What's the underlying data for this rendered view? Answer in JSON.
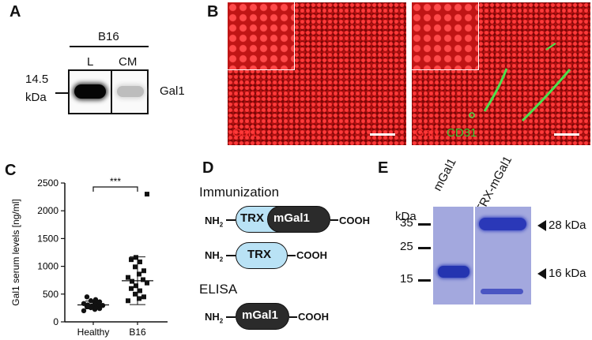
{
  "panels": {
    "A": {
      "label": "A",
      "group": "B16",
      "lane_labels": [
        "L",
        "CM"
      ],
      "marker": [
        "14.5",
        "kDa"
      ],
      "protein": "Gal1"
    },
    "B": {
      "label": "B",
      "left_stain": "Gal1",
      "right_stain_1": "Gal1",
      "right_stain_2": "CD31",
      "colors": {
        "gal1": "#e02020",
        "cd31": "#33cc33"
      }
    },
    "C": {
      "label": "C"
    },
    "D": {
      "label": "D",
      "immunization_title": "Immunization",
      "elisa_title": "ELISA",
      "nh2": "NH",
      "sub2": "2",
      "cooh": "COOH",
      "trx": "TRX",
      "mgal1": "mGal1",
      "colors": {
        "trx": "#b9e2f5",
        "mgal1": "#2b2b2b"
      }
    },
    "E": {
      "label": "E",
      "kda": "kDa",
      "lanes": [
        "mGal1",
        "TRX-mGal1"
      ],
      "markers": [
        "35",
        "25",
        "15"
      ],
      "bands": [
        "28 kDa",
        "16 kDa"
      ],
      "gel_color": "#9aa0dc"
    }
  },
  "chart_data": {
    "type": "scatter",
    "ylabel": "Gal1 serum levels [ng/ml]",
    "xlabel": "",
    "categories": [
      "Healthy",
      "B16"
    ],
    "ylim": [
      0,
      2500
    ],
    "yticks": [
      "0",
      "500",
      "1000",
      "1500",
      "2000",
      "2500"
    ],
    "significance": "***",
    "series": [
      {
        "values": [
          200,
          225,
          240,
          255,
          265,
          275,
          285,
          295,
          305,
          315,
          330,
          345,
          360,
          380,
          400,
          450
        ],
        "mean": 305,
        "sd": 70
      },
      {
        "values": [
          380,
          420,
          450,
          500,
          560,
          600,
          650,
          700,
          730,
          760,
          800,
          860,
          920,
          990,
          1080,
          1120,
          1160,
          2300
        ],
        "mean": 740,
        "sd": 430
      }
    ]
  }
}
